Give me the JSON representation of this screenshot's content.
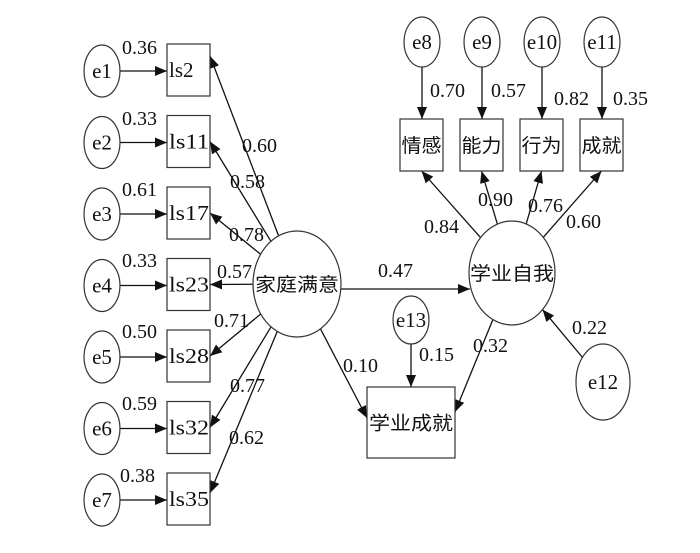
{
  "diagram": {
    "type": "structural-equation-model",
    "latent_variables": [
      {
        "id": "family_satisfaction",
        "label": "家庭满意"
      },
      {
        "id": "academic_self",
        "label": "学业自我"
      }
    ],
    "observed_variables": [
      {
        "id": "ls2",
        "label": "ls2"
      },
      {
        "id": "ls11",
        "label": "ls11"
      },
      {
        "id": "ls17",
        "label": "ls17"
      },
      {
        "id": "ls23",
        "label": "ls23"
      },
      {
        "id": "ls28",
        "label": "ls28"
      },
      {
        "id": "ls32",
        "label": "ls32"
      },
      {
        "id": "ls35",
        "label": "ls35"
      },
      {
        "id": "emotion",
        "label": "情感"
      },
      {
        "id": "ability",
        "label": "能力"
      },
      {
        "id": "behavior",
        "label": "行为"
      },
      {
        "id": "achievement",
        "label": "成就"
      },
      {
        "id": "academic_achievement",
        "label": "学业成就"
      }
    ],
    "error_terms": [
      {
        "id": "e1",
        "label": "e1",
        "target": "ls2",
        "value": "0.36"
      },
      {
        "id": "e2",
        "label": "e2",
        "target": "ls11",
        "value": "0.33"
      },
      {
        "id": "e3",
        "label": "e3",
        "target": "ls17",
        "value": "0.61"
      },
      {
        "id": "e4",
        "label": "e4",
        "target": "ls23",
        "value": "0.33"
      },
      {
        "id": "e5",
        "label": "e5",
        "target": "ls28",
        "value": "0.50"
      },
      {
        "id": "e6",
        "label": "e6",
        "target": "ls32",
        "value": "0.59"
      },
      {
        "id": "e7",
        "label": "e7",
        "target": "ls35",
        "value": "0.38"
      },
      {
        "id": "e8",
        "label": "e8",
        "target": "emotion",
        "value": "0.70"
      },
      {
        "id": "e9",
        "label": "e9",
        "target": "ability",
        "value": "0.57"
      },
      {
        "id": "e10",
        "label": "e10",
        "target": "behavior",
        "value": "0.82"
      },
      {
        "id": "e11",
        "label": "e11",
        "target": "achievement",
        "value": "0.35"
      },
      {
        "id": "e12",
        "label": "e12",
        "target": "academic_self",
        "value": "0.22"
      },
      {
        "id": "e13",
        "label": "e13",
        "target": "academic_achievement",
        "value": "0.15"
      }
    ],
    "loadings": [
      {
        "from": "family_satisfaction",
        "to": "ls2",
        "value": "0.60"
      },
      {
        "from": "family_satisfaction",
        "to": "ls11",
        "value": "0.58"
      },
      {
        "from": "family_satisfaction",
        "to": "ls17",
        "value": "0.78"
      },
      {
        "from": "family_satisfaction",
        "to": "ls23",
        "value": "0.57"
      },
      {
        "from": "family_satisfaction",
        "to": "ls28",
        "value": "0.71"
      },
      {
        "from": "family_satisfaction",
        "to": "ls32",
        "value": "0.77"
      },
      {
        "from": "family_satisfaction",
        "to": "ls35",
        "value": "0.62"
      },
      {
        "from": "academic_self",
        "to": "emotion",
        "value": "0.84"
      },
      {
        "from": "academic_self",
        "to": "ability",
        "value": "0.90"
      },
      {
        "from": "academic_self",
        "to": "behavior",
        "value": "0.76"
      },
      {
        "from": "academic_self",
        "to": "achievement",
        "value": "0.60"
      }
    ],
    "paths": [
      {
        "from": "family_satisfaction",
        "to": "academic_self",
        "value": "0.47"
      },
      {
        "from": "family_satisfaction",
        "to": "academic_achievement",
        "value": "0.10"
      },
      {
        "from": "academic_self",
        "to": "academic_achievement",
        "value": "0.32"
      }
    ]
  }
}
